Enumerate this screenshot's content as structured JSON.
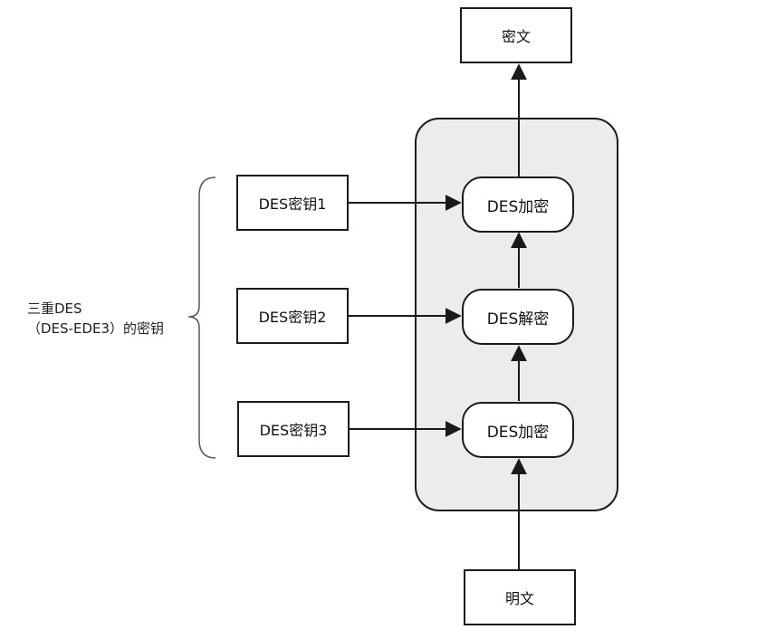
{
  "colors": {
    "stroke": "#1a1a1a",
    "panel_fill": "#ececec",
    "box_fill": "#ffffff"
  },
  "nodes": {
    "ciphertext": "密文",
    "plaintext": "明文",
    "key1": "DES密钥1",
    "key2": "DES密钥2",
    "key3": "DES密钥3",
    "op_top": "DES加密",
    "op_middle": "DES解密",
    "op_bottom": "DES加密"
  },
  "group_label": {
    "line1": "三重DES",
    "line2": "（DES-EDE3）的密钥"
  }
}
